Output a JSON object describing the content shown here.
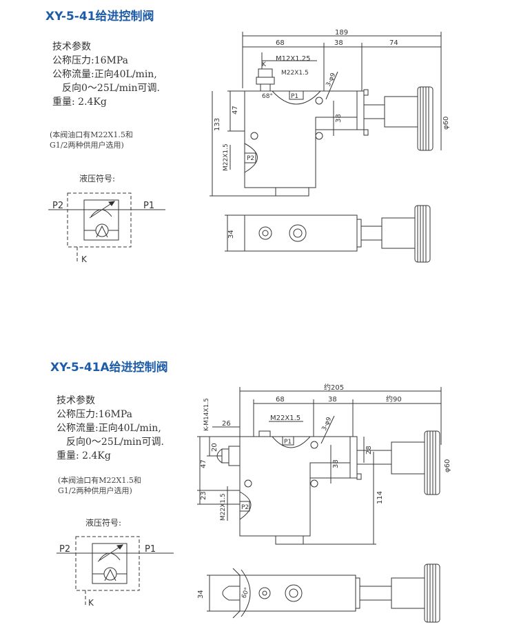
{
  "valve1": {
    "title": "XY-5-41给进控制阀",
    "specs": {
      "heading": "技术参数",
      "pressure": "公称压力:16MPa",
      "flow_line1": "公称流量:正向40L/min,",
      "flow_line2": "反向0～25L/min可调.",
      "weight": "重量: 2.4Kg"
    },
    "note_line1": "(本阀油口有M22X1.5和",
    "note_line2": "G1/2两种供用户选用)",
    "symbol_label": "液压符号:",
    "symbol_ports": {
      "p2": "P2",
      "p1": "P1",
      "k": "K"
    },
    "dims": {
      "total_width": "189",
      "d68": "68",
      "d38": "38",
      "d74": "74",
      "m12": "M12X1.25",
      "k": "K",
      "m22": "M22X1.5",
      "angle": "68°",
      "holes": "3-φ9",
      "p1": "P1",
      "p2": "P2",
      "h47": "47",
      "h38": "38",
      "h133": "133",
      "dia60": "φ60",
      "m22_side": "M22X1.5",
      "h34": "34"
    }
  },
  "valve2": {
    "title": "XY-5-41A给进控制阀",
    "specs": {
      "heading": "技术参数",
      "pressure": "公称压力:16MPa",
      "flow_line1": "公称流量:正向40L/min,",
      "flow_line2": "反向0～25L/min可调.",
      "weight": "重量: 2.4Kg"
    },
    "note_line1": "(本阀油口有M22X1.5和",
    "note_line2": "G1/2两种供用户选用)",
    "symbol_label": "液压符号:",
    "symbol_ports": {
      "p2": "P2",
      "p1": "P1",
      "k": "K"
    },
    "dims": {
      "total_width": "约205",
      "k_port": "K-M14X1.5",
      "d26": "26",
      "d68": "68",
      "d38": "38",
      "d90": "约90",
      "m22": "M22X1.5",
      "holes": "3-φ9",
      "p1": "P1",
      "d20": "20",
      "h47": "47",
      "d28": "28",
      "h38": "38",
      "dia60": "φ60",
      "d23": "23",
      "m22_side": "M22X1.5",
      "p2": "P2",
      "h114": "114",
      "h34": "34",
      "angle": "60°"
    }
  }
}
